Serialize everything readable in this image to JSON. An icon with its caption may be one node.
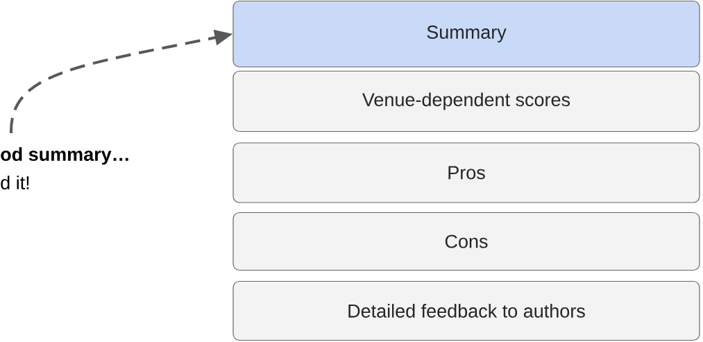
{
  "diagram": {
    "nodes": [
      {
        "text": [
          "od summary…",
          "d it!"
        ]
      },
      {
        "text": [
          "Summary"
        ]
      },
      {
        "text": [
          "Venue-dependent scores"
        ]
      },
      {
        "text": [
          "Pros"
        ]
      },
      {
        "text": [
          "Cons"
        ]
      },
      {
        "text": [
          "Detailed feedback to authors"
        ]
      }
    ],
    "edges": [
      {
        "from": 0,
        "to": 1,
        "arrow": "to",
        "style": "dashed",
        "color": "#595959"
      }
    ]
  }
}
